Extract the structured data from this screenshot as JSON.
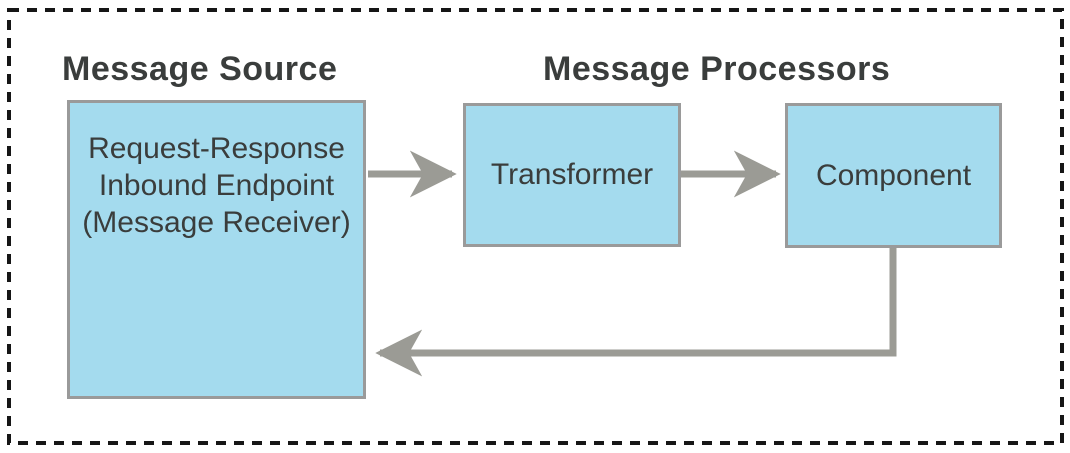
{
  "headings": {
    "source": "Message Source",
    "processors": "Message Processors"
  },
  "nodes": {
    "inbound_endpoint": {
      "lines": [
        "Request-Response",
        "Inbound Endpoint",
        "(Message Receiver)"
      ]
    },
    "transformer": {
      "label": "Transformer"
    },
    "component": {
      "label": "Component"
    }
  },
  "arrows": [
    {
      "name": "inbound-endpoint-to-transformer",
      "from": "inbound_endpoint",
      "to": "transformer"
    },
    {
      "name": "transformer-to-component",
      "from": "transformer",
      "to": "component"
    },
    {
      "name": "component-to-inbound-endpoint",
      "from": "component",
      "to": "inbound_endpoint"
    }
  ],
  "colors": {
    "background": "#ffffff",
    "frame": "#161616",
    "node_fill": "#a4dbee",
    "node_border": "#9a9a9a",
    "arrow": "#9b9b95",
    "text": "#3a3d3c"
  }
}
